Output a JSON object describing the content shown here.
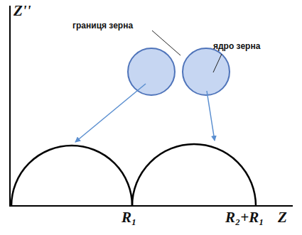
{
  "diagram": {
    "labels": [
      "Z''",
      "границя зерна",
      "ядро зерна",
      "R₁",
      "R₂+R₁",
      "Z"
    ]
  }
}
